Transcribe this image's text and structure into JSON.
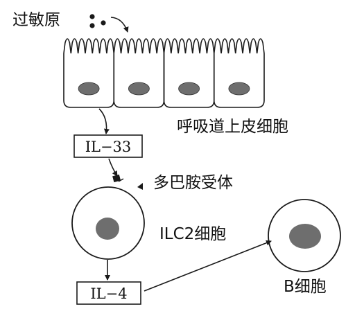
{
  "colors": {
    "stroke": "#1a1a1a",
    "nucleus": "#6e6e6e",
    "background": "#ffffff"
  },
  "labels": {
    "allergen": "过敏原",
    "epithelium": "呼吸道上皮细胞",
    "il33": "IL−33",
    "dopamine_receptor": "多巴胺受体",
    "ilc2": "ILC2细胞",
    "il4": "IL−4",
    "b_cell": "B细胞"
  },
  "icons": {
    "allergen_particles": "dots-icon",
    "receptor": "receptor-icon"
  }
}
